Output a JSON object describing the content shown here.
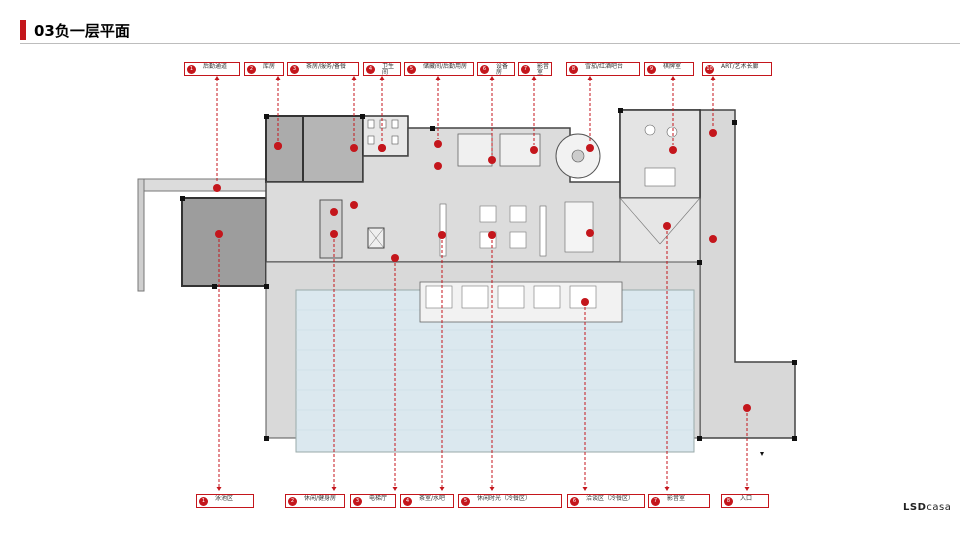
{
  "page": {
    "title": "03负一层平面",
    "brand_main": "LSD",
    "brand_sub": "casa",
    "accent_color": "#c4161c",
    "water_color": "#dbe8ef",
    "floor_color": "#dcdcdc"
  },
  "labels_top": [
    {
      "num": "1",
      "text": "后勤通道"
    },
    {
      "num": "2",
      "text": "库房"
    },
    {
      "num": "3",
      "text": "茶房/服务/备餐"
    },
    {
      "num": "4",
      "text": "卫生间"
    },
    {
      "num": "5",
      "text": "储藏间/后勤用房"
    },
    {
      "num": "6",
      "text": "设备房"
    },
    {
      "num": "7",
      "text": "影音室"
    },
    {
      "num": "8",
      "text": "雪茄/红酒吧台"
    },
    {
      "num": "9",
      "text": "棋牌室"
    },
    {
      "num": "10",
      "text": "ART/艺术长廊"
    }
  ],
  "labels_bottom": [
    {
      "num": "1",
      "text": "泳池区"
    },
    {
      "num": "2",
      "text": "休闲/健身房"
    },
    {
      "num": "3",
      "text": "电梯厅"
    },
    {
      "num": "4",
      "text": "茶室/水吧"
    },
    {
      "num": "5",
      "text": "休闲时光（冷餐区）"
    },
    {
      "num": "6",
      "text": "洽谈区（冷餐区）"
    },
    {
      "num": "7",
      "text": "影音室"
    },
    {
      "num": "8",
      "text": "入口"
    }
  ]
}
